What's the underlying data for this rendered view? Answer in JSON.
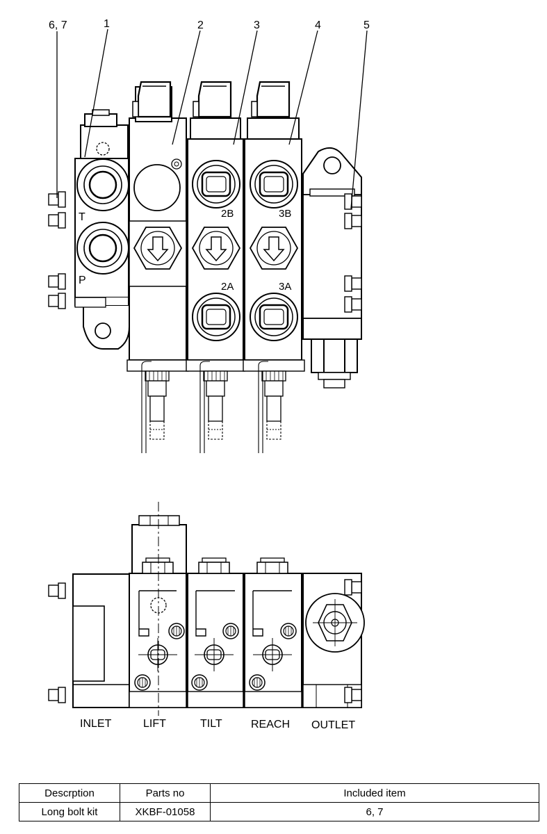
{
  "front_view": {
    "callouts": [
      {
        "id": "c67",
        "label": "6, 7"
      },
      {
        "id": "c1",
        "label": "1"
      },
      {
        "id": "c2",
        "label": "2"
      },
      {
        "id": "c3",
        "label": "3"
      },
      {
        "id": "c4",
        "label": "4"
      },
      {
        "id": "c5",
        "label": "5"
      }
    ],
    "port_labels": {
      "tank": "T",
      "pressure": "P",
      "port_2b": "2B",
      "port_3b": "3B",
      "port_2a": "2A",
      "port_3a": "3A"
    }
  },
  "side_view": {
    "section_labels": [
      "INLET",
      "LIFT",
      "TILT",
      "REACH",
      "OUTLET"
    ]
  },
  "parts_table": {
    "headers": [
      "Descrption",
      "Parts no",
      "Included item"
    ],
    "rows": [
      [
        "Long bolt kit",
        "XKBF-01058",
        "6, 7"
      ]
    ]
  },
  "colors": {
    "line": "#000000",
    "background": "#ffffff"
  }
}
